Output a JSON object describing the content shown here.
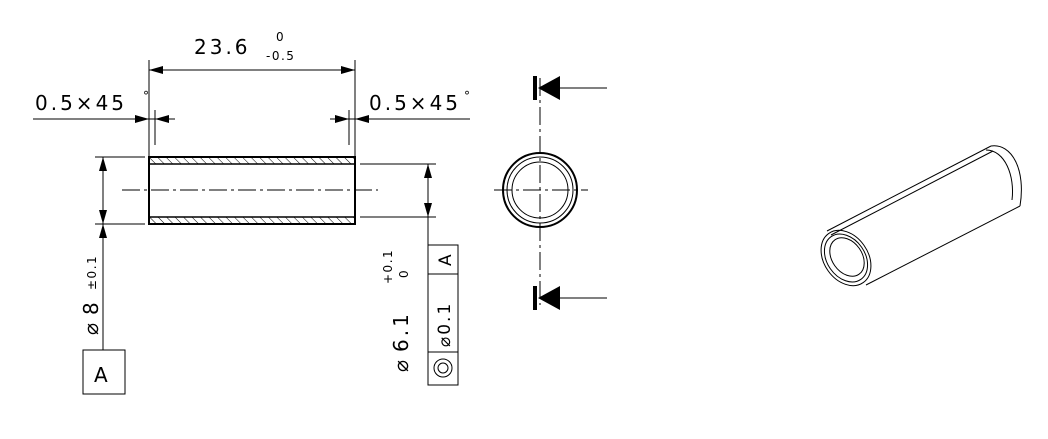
{
  "dimensions": {
    "length": {
      "value": "23.6",
      "upper": "0",
      "lower": "-0.5"
    },
    "chamfer_left": "0.5×45",
    "chamfer_right": "0.5×45",
    "chamfer_degree": "°",
    "outer_diameter": {
      "symbol": "⌀",
      "value": "8",
      "tol": "±0.1"
    },
    "inner_diameter": {
      "symbol": "⌀",
      "value": "6.1",
      "upper": "+0.1",
      "lower": "0"
    }
  },
  "datum": {
    "label": "A"
  },
  "feature_control_frame": {
    "symbol_name": "concentricity-icon",
    "tolerance": "⌀0.1",
    "datum": "A"
  },
  "section_view": {
    "arrows": 2
  },
  "iso_view": {
    "name": "isometric-bushing"
  }
}
